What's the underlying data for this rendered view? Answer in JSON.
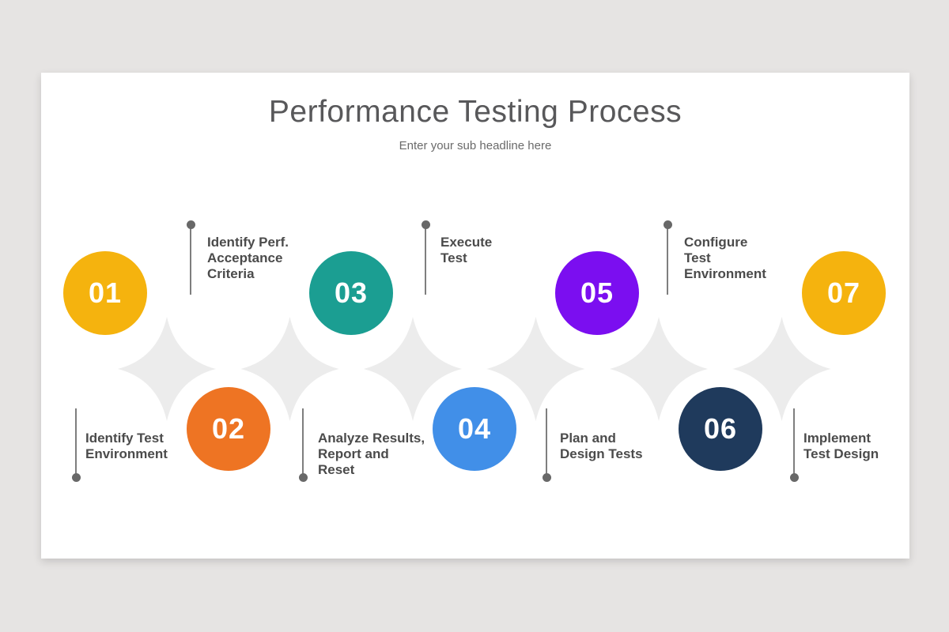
{
  "slide": {
    "title": "Performance Testing Process",
    "subtitle": "Enter your sub headline here"
  },
  "steps": [
    {
      "number": "01",
      "color": "#F5B30E"
    },
    {
      "number": "02",
      "color": "#EE7423"
    },
    {
      "number": "03",
      "color": "#1B9E92"
    },
    {
      "number": "04",
      "color": "#418FE8"
    },
    {
      "number": "05",
      "color": "#7B0EF0"
    },
    {
      "number": "06",
      "color": "#1F3A5C"
    },
    {
      "number": "07",
      "color": "#F5B30E"
    }
  ],
  "callouts": [
    {
      "placement": "bottom",
      "lines": [
        "Identify Test",
        "Environment"
      ]
    },
    {
      "placement": "top",
      "lines": [
        "Identify Perf.",
        "Acceptance",
        "Criteria"
      ]
    },
    {
      "placement": "bottom",
      "lines": [
        "Analyze Results,",
        "Report and",
        "Reset"
      ]
    },
    {
      "placement": "top",
      "lines": [
        "Execute",
        "Test"
      ]
    },
    {
      "placement": "bottom",
      "lines": [
        "Plan and",
        "Design Tests"
      ]
    },
    {
      "placement": "top",
      "lines": [
        "Configure",
        "Test",
        "Environment"
      ]
    },
    {
      "placement": "bottom",
      "lines": [
        "Implement",
        "Test Design"
      ]
    }
  ],
  "palette": {
    "page_bg": "#E6E4E3",
    "slide_bg": "#FFFFFF",
    "title_text": "#58585A",
    "subtitle_text": "#6A6A6A",
    "label_text": "#4B4B4B",
    "connector_line": "#7E7E7E",
    "connector_dot": "#686868",
    "interstice_gray": "#ECECEC"
  }
}
